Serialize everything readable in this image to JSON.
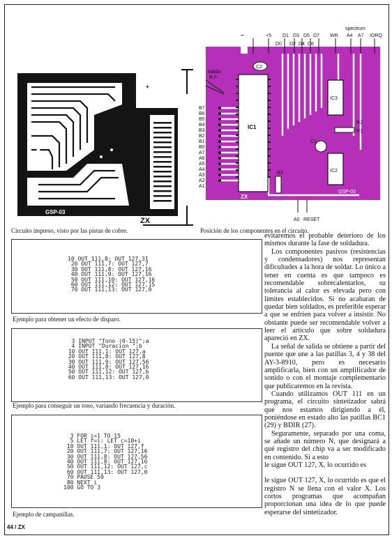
{
  "figures": {
    "pcb": {
      "caption": "Circuito impreso, visto por las pistas de cobre.",
      "board_label": "GSP-03",
      "zx_label": "ZX"
    },
    "components": {
      "caption": "Posición de los componentes en el circuito.",
      "top_labels": [
        "−",
        "+5",
        "D0",
        "D1",
        "D2",
        "D3",
        "D4",
        "D5",
        "D6",
        "D7",
        "WR",
        "A4",
        "A7",
        "spectrum",
        "IORQ"
      ],
      "left_labels": [
        "Salida",
        "B.F.",
        "B7",
        "B6",
        "B5",
        "B4",
        "B3",
        "B2",
        "B1",
        "B0",
        "A7",
        "A6",
        "A5",
        "A4",
        "A3",
        "A2",
        "A1"
      ],
      "chip_labels": [
        "C2",
        "IC1",
        "IC3",
        "IC2",
        "R1",
        "R2",
        "C1",
        "R3",
        "ZX",
        "GSP-03"
      ],
      "bottom_labels": [
        "A0",
        "RESET"
      ]
    }
  },
  "listings": [
    {
      "code": "10 OUT 111,8: OUT 127,31\n 20 OUT 111,7: OUT 127,7\n 30 OUT 111,8: OUT 127,16\n 40 OUT 111,9: OUT 127,16\n 50 OUT 111,10: OUT 127,16\n 60 OUT 111,12: OUT 127,15\n 70 OUT 111,13: OUT 127,0",
      "caption": "Ejemplo para obtener un efecto de disparo."
    },
    {
      "code": "  3 INPUT \"Tono (0-15)\";a\n  4 INPUT \"Duracion \";b\n 10 OUT 111,1: OUT 127,a\n 20 OUT 111,8: OUT 127,8\n 30 OUT 111,9: OUT 127,56\n 40 OUT 111,8: OUT 127,16\n 50 OUT 111,12: OUT 127,b\n 60 OUT 111,13: OUT 127,0",
      "caption": "Ejemplo para conseguir un tono, variando frecuencia y duración."
    },
    {
      "code": "  3 FOR i=1 TO 15\n  5 LET f=i: LET c=10+i\n 10 OUT 111,1: OUT 127,f\n 20 OUT 111,7: OUT 127,16\n 30 OUT 111,8: OUT 127,56\n 40 OUT 111,8: OUT 127,16\n 50 OUT 111,12: OUT 127,c\n 60 OUT 111,13: OUT 127,0\n 70 PAUSE 50\n 80 NEXT i\n100 GO TO 3",
      "caption": "Ejemplo de campanillas."
    }
  ],
  "article": {
    "paragraphs": [
      "evitaremos el probable deterioro de los mismos durante la fase de soldadura.",
      "Los componentes pasivos (resistencias y condensadores) nos representan dificultades a la hora de soldar. Lo único a tener en cuenta es que tampoco es recomendable sobrecalentarlos, su tolerancia al calor es elevada pero con límites establecidos. Si no acabaran de quedar bien soldados, es preferible esperar a que se enfríen para volver a insistir. No obstante puede ser recomendable volver a leer el artículo que sobre soldadura apareció en ZX.",
      "La señal de salida se obtiene a partir del puente que une a las patillas 3, 4 y 38 del AY-3-8910, pero es necesario amplificarla, bien con un amplificador de sonido o con el montaje complementario que publicaremos en la revista.",
      "Cuando utilizamos OUT 111 en un programa, el circuito sintetizador sabrá que nos estamos dirigiendo a él, poniéndose en estado alto las patillas BC1 (29) y BDIR (27).",
      "Seguramente, separado por una coma, se añade un número N, que designará a qué registro del chip va a ser modificado en contenido. Si a esto",
      "le sigue OUT 127, X, lo ocurrido es",
      "le sigue OUT 127, X, lo ocurrido es que el registro N se llena con el valor X. Los cortos programas que acompañan proporcionan una idea de lo que puede esperarse del sintetizador."
    ]
  },
  "footer": {
    "page": "44 / ZX"
  },
  "colors": {
    "magenta": "#b52fb8",
    "ink": "#111111"
  }
}
